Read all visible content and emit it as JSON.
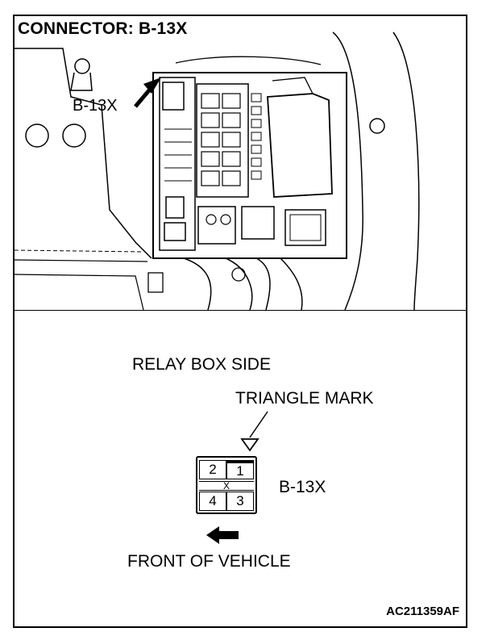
{
  "header": {
    "title": "CONNECTOR: B-13X"
  },
  "photo": {
    "callout_label": "B-13X"
  },
  "diagram": {
    "view_label": "RELAY BOX SIDE",
    "triangle_label": "TRIANGLE MARK",
    "connector_label": "B-13X",
    "direction_label": "FRONT OF VEHICLE",
    "figure_id": "AC211359AF",
    "pins": [
      {
        "number": "1"
      },
      {
        "number": "2"
      },
      {
        "number": "3"
      },
      {
        "number": "4"
      }
    ],
    "latch_mark": "X"
  }
}
